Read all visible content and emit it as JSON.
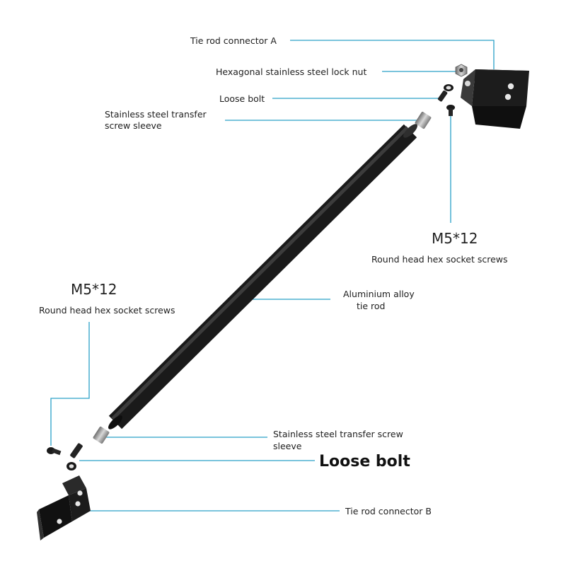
{
  "labels": {
    "connector_a": "Tie rod connector A",
    "lock_nut": "Hexagonal stainless steel lock nut",
    "loose_bolt_top": "Loose bolt",
    "sleeve_top_line1": "Stainless steel transfer",
    "sleeve_top_line2": "screw sleeve",
    "screw_size_right": "M5*12",
    "screw_desc_right": "Round head hex socket screws",
    "screw_size_left": "M5*12",
    "screw_desc_left": "Round head hex socket screws",
    "rod_line1": "Aluminium alloy",
    "rod_line2": "tie rod",
    "sleeve_bottom_line1": "Stainless steel transfer screw",
    "sleeve_bottom_line2": "sleeve",
    "loose_bolt_bottom": "Loose bolt",
    "connector_b": "Tie rod connector B"
  },
  "colors": {
    "leader": "#2aa0c8",
    "rod": "#151515",
    "metal": "#9a9a9a"
  }
}
